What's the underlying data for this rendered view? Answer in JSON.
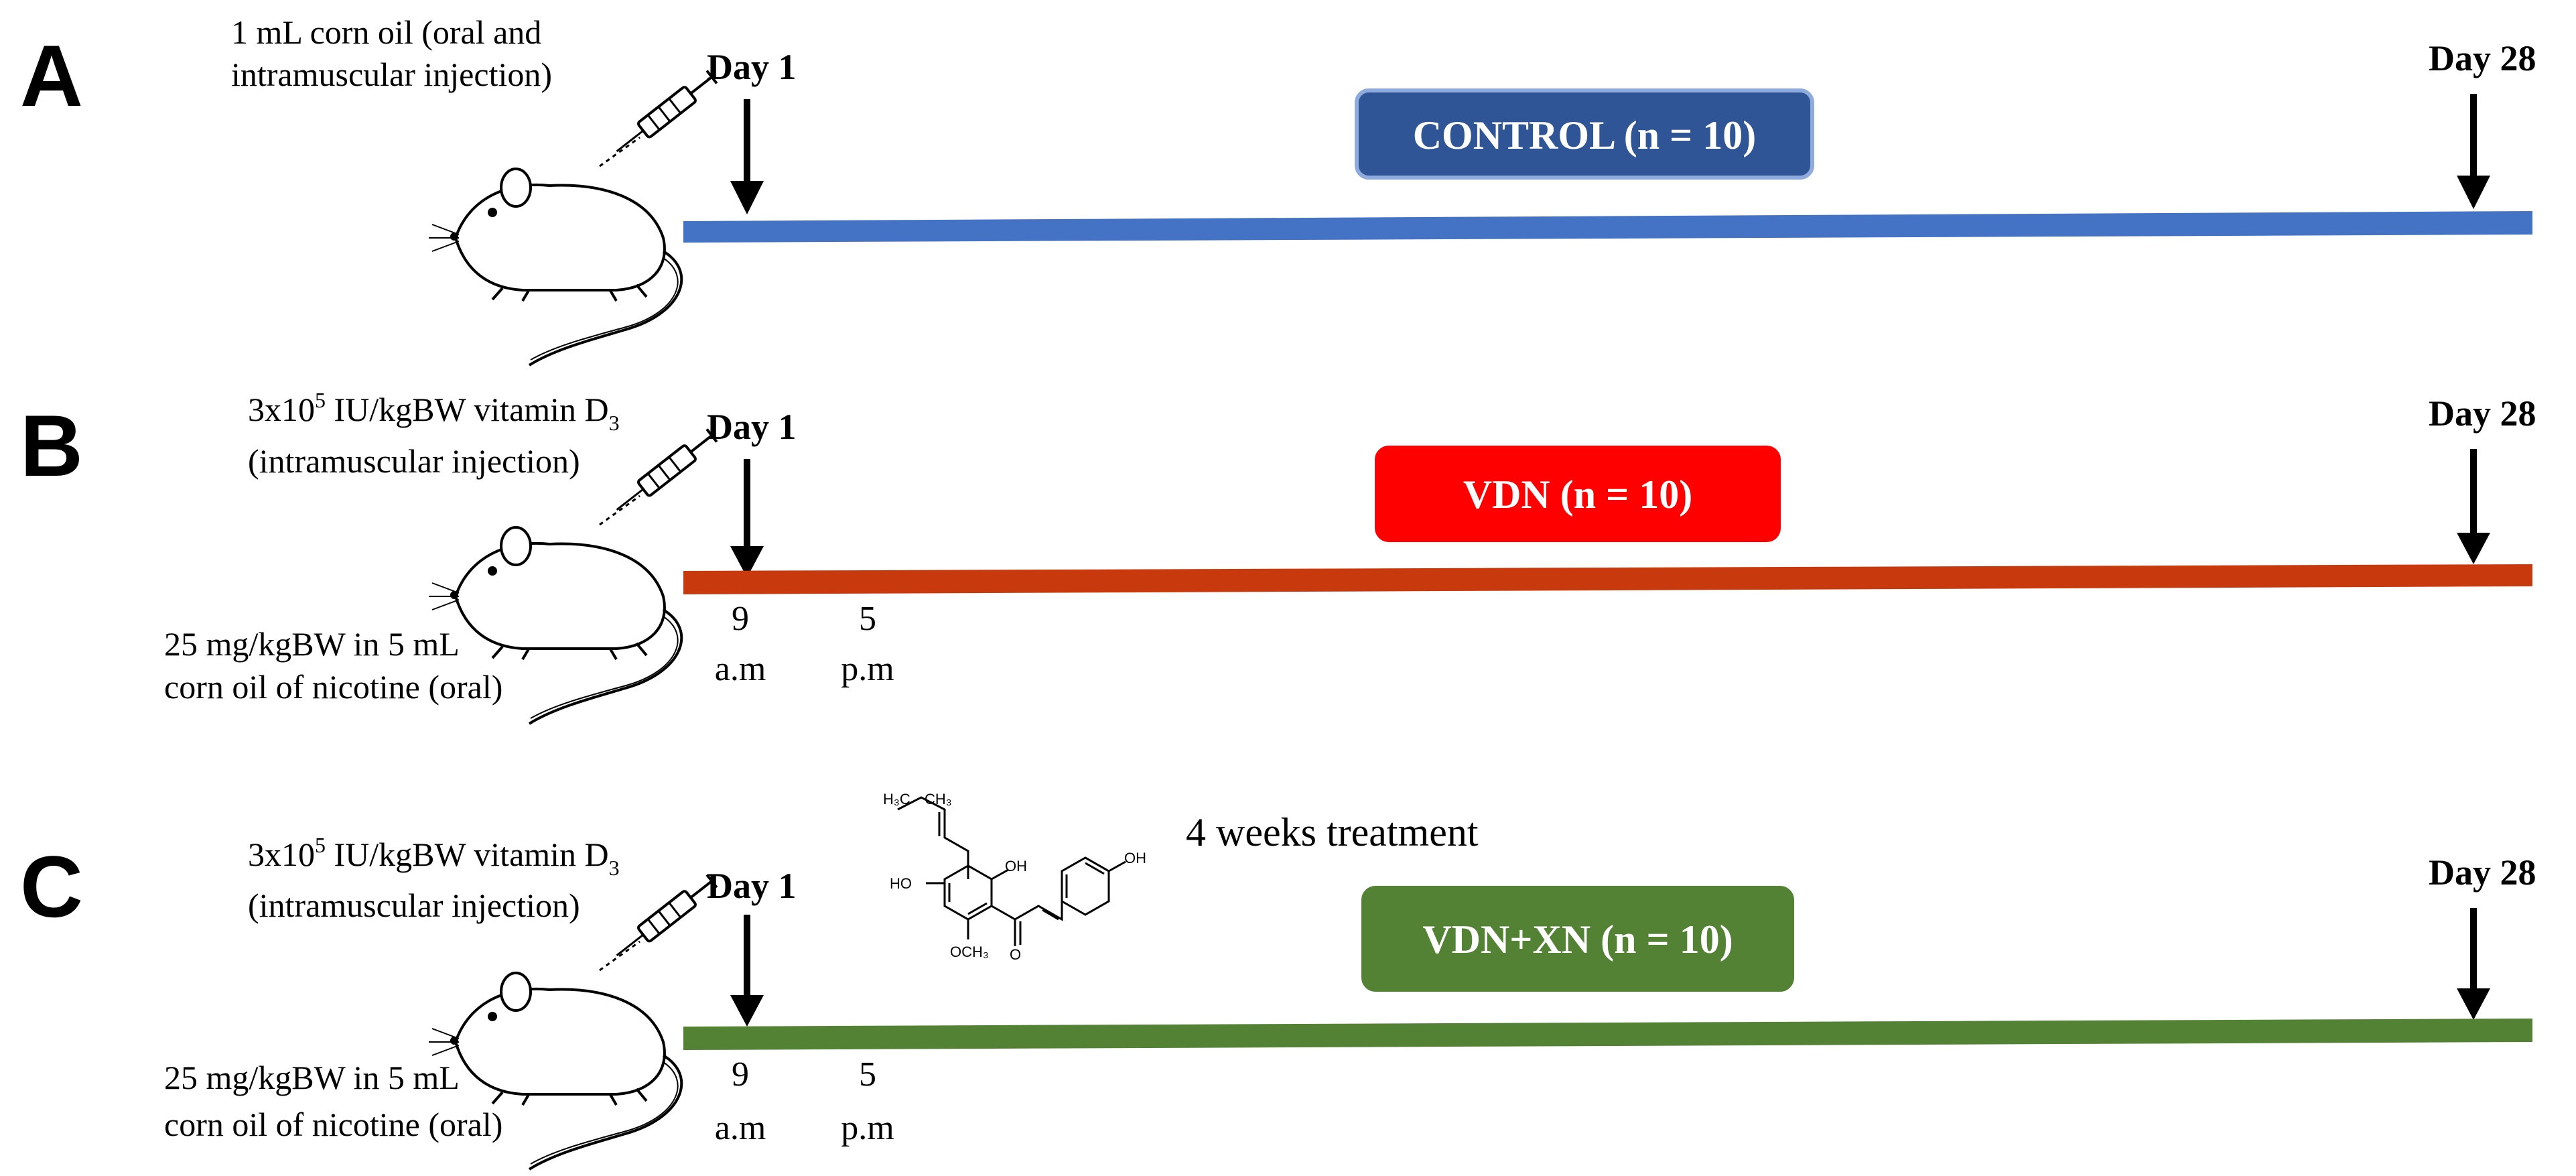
{
  "panels": [
    {
      "letter": "A",
      "dose_lines": [
        "1 mL  corn oil (oral and",
        "intramuscular injection)"
      ],
      "oral_lines": [],
      "day_start": "Day 1",
      "day_end": "Day 28",
      "group_label": "CONTROL (n = 10)",
      "times": [],
      "colors": {
        "bar": "#4472c4",
        "box": "#2f5597",
        "box_border": "#8faadc"
      }
    },
    {
      "letter": "B",
      "dose_lines": [
        "3x10",
        "5",
        " IU/kgBW  vitamin D",
        "3",
        "(intramuscular  injection)"
      ],
      "oral_lines": [
        "25 mg/kgBW  in 5 mL",
        "corn oil of nicotine  (oral)"
      ],
      "day_start": "Day 1",
      "day_end": "Day 28",
      "group_label": "VDN (n = 10)",
      "times": [
        {
          "time": "9",
          "period": "a.m"
        },
        {
          "time": "5",
          "period": "p.m"
        }
      ],
      "colors": {
        "bar": "#c9390e",
        "box": "#ff0000",
        "box_border": "#ff0000"
      }
    },
    {
      "letter": "C",
      "dose_lines": [
        "3x10",
        "5",
        " IU/kgBW  vitamin D",
        "3",
        "(intramuscular  injection)"
      ],
      "oral_lines": [
        "25 mg/kgBW  in 5 mL",
        "corn oil of nicotine  (oral)"
      ],
      "day_start": "Day 1",
      "day_end": "Day 28",
      "group_label": "VDN+XN (n = 10)",
      "times": [
        {
          "time": "9",
          "period": "a.m"
        },
        {
          "time": "5",
          "period": "p.m"
        }
      ],
      "colors": {
        "bar": "#548235",
        "box": "#548235",
        "box_border": "#548235"
      },
      "treatment": "4 weeks treatment",
      "structure_labels": [
        "H₃C",
        "CH₃",
        "HO",
        "OH",
        "OH",
        "OCH₃",
        "O"
      ]
    }
  ]
}
